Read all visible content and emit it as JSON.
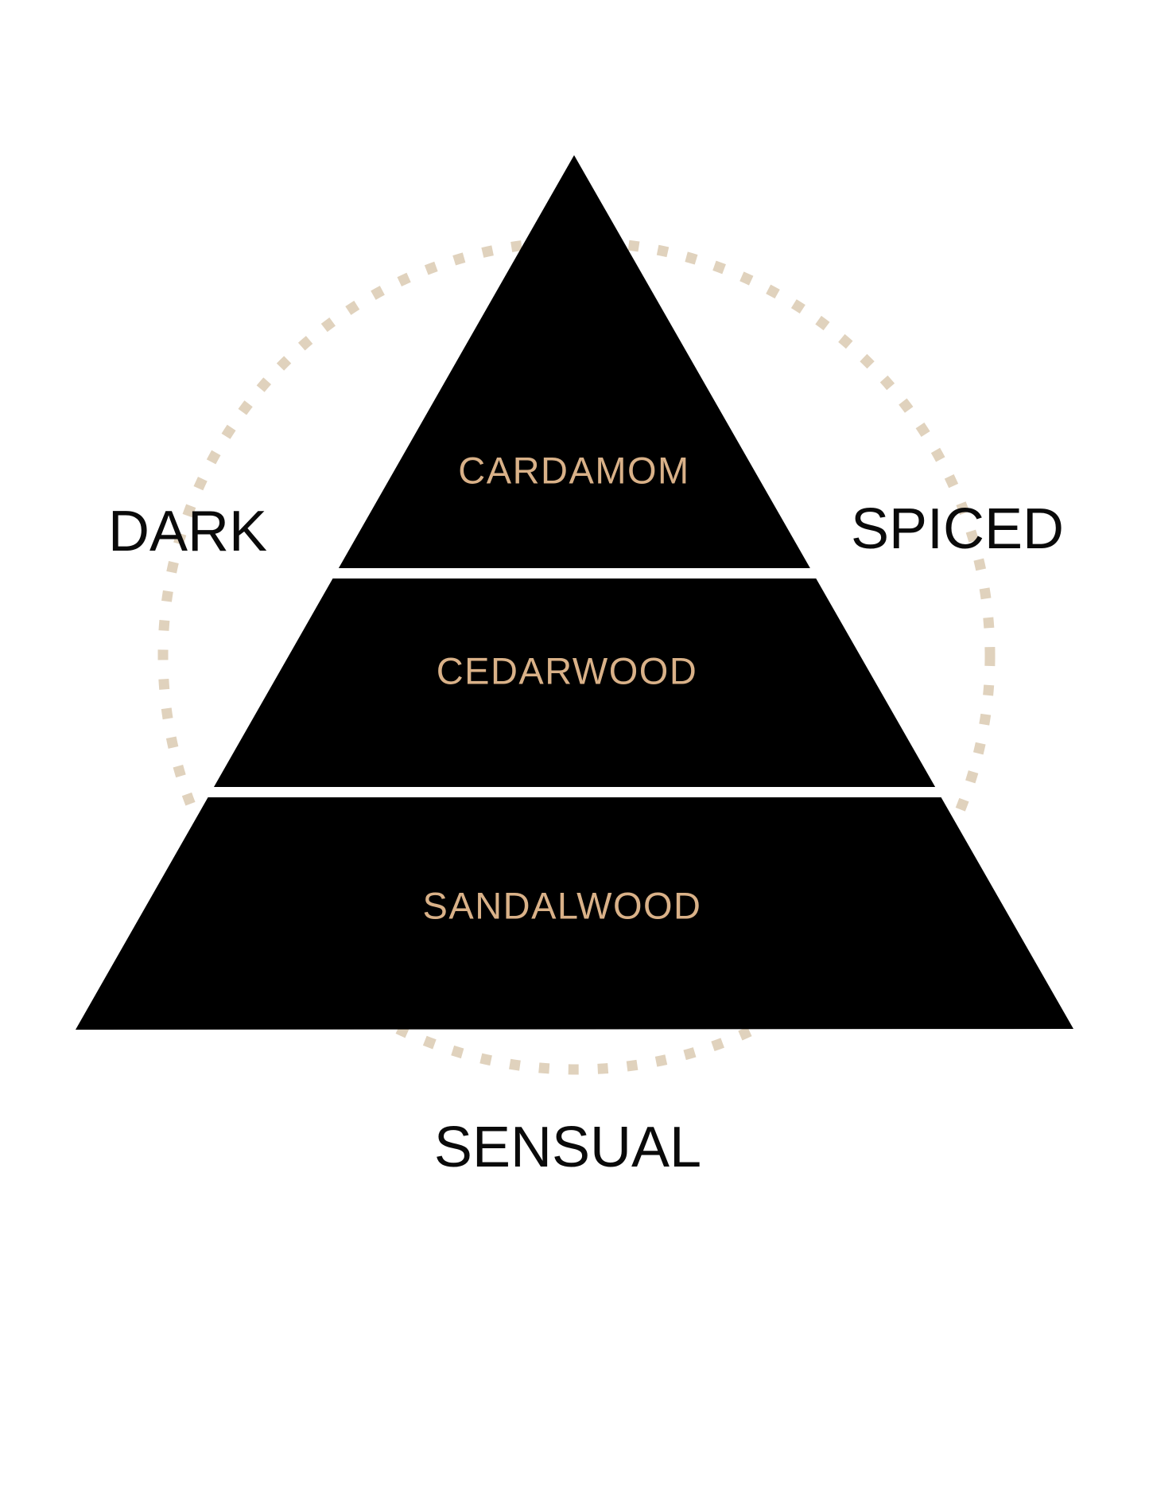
{
  "diagram": {
    "type": "fragrance-pyramid",
    "background_color": "#ffffff",
    "pyramid_color": "#000000",
    "note_text_color": "#d9b188",
    "mood_text_color": "#0a0a0a",
    "accent_dotted_color": "#e0d2bd"
  },
  "notes": {
    "top": "CARDAMOM",
    "middle": "CEDARWOOD",
    "base": "SANDALWOOD"
  },
  "moods": {
    "left": "DARK",
    "right": "SPICED",
    "bottom": "SENSUAL"
  }
}
